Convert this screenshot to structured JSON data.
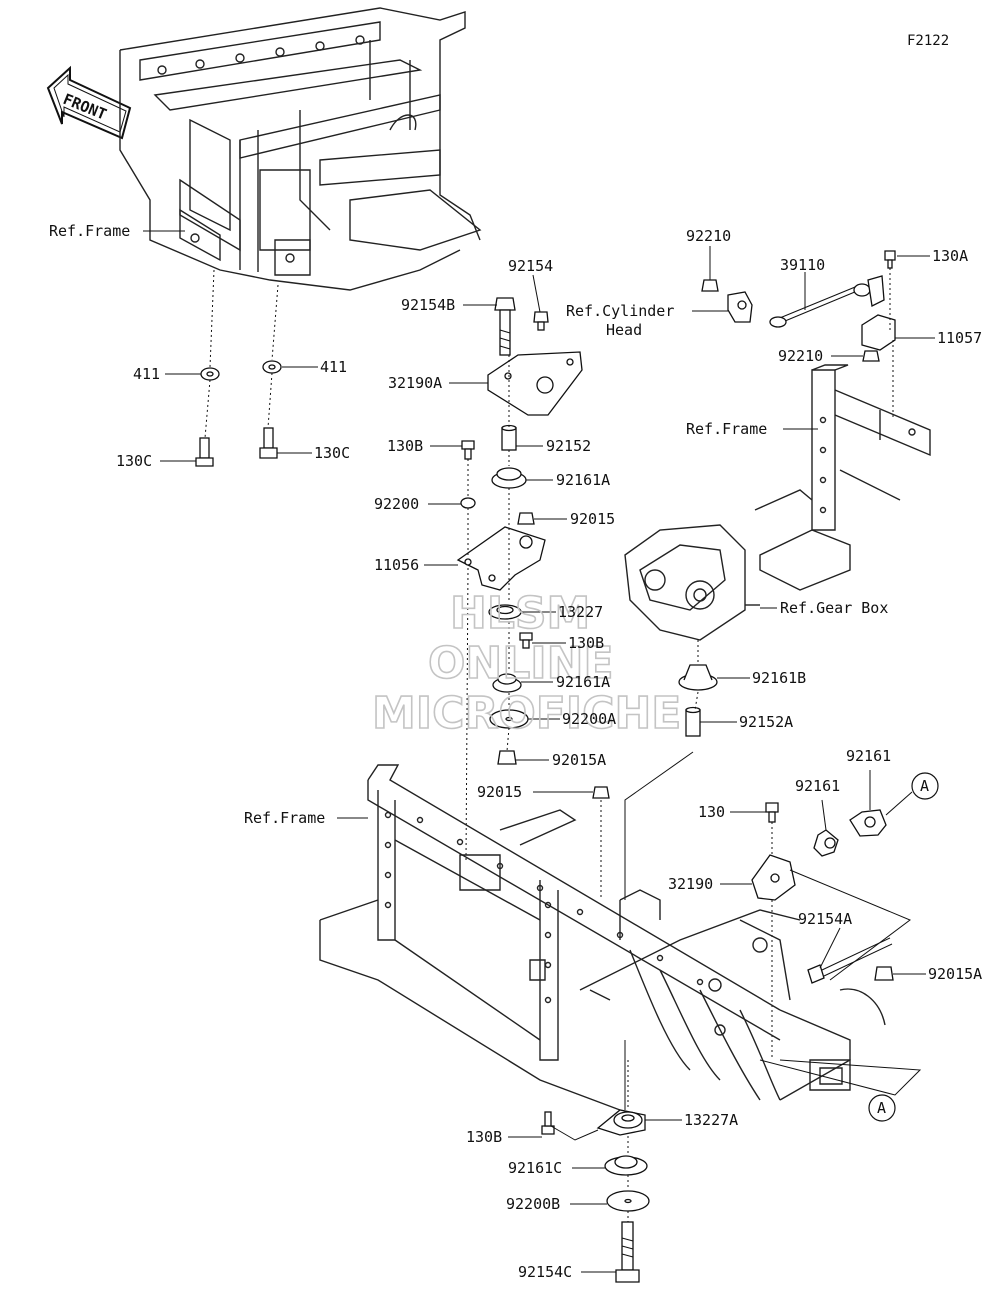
{
  "figure_code": "F2122",
  "front_label": "FRONT",
  "labels": [
    {
      "id": "ref-frame-tl",
      "text": "Ref.Frame"
    },
    {
      "id": "411-left",
      "text": "411"
    },
    {
      "id": "411-right",
      "text": "411"
    },
    {
      "id": "130c-left",
      "text": "130C"
    },
    {
      "id": "130c-right",
      "text": "130C"
    },
    {
      "id": "92154",
      "text": "92154"
    },
    {
      "id": "92154b",
      "text": "92154B"
    },
    {
      "id": "32190a",
      "text": "32190A"
    },
    {
      "id": "130b-top",
      "text": "130B"
    },
    {
      "id": "92152",
      "text": "92152"
    },
    {
      "id": "92161a-top",
      "text": "92161A"
    },
    {
      "id": "92200",
      "text": "92200"
    },
    {
      "id": "92015",
      "text": "92015"
    },
    {
      "id": "11056",
      "text": "11056"
    },
    {
      "id": "13227",
      "text": "13227"
    },
    {
      "id": "130b-mid",
      "text": "130B"
    },
    {
      "id": "92161a-mid",
      "text": "92161A"
    },
    {
      "id": "92200a",
      "text": "92200A"
    },
    {
      "id": "92015a-mid",
      "text": "92015A"
    },
    {
      "id": "92015-low",
      "text": "92015"
    },
    {
      "id": "ref-frame-bottom",
      "text": "Ref.Frame"
    },
    {
      "id": "92210-top",
      "text": "92210"
    },
    {
      "id": "39110",
      "text": "39110"
    },
    {
      "id": "130a",
      "text": "130A"
    },
    {
      "id": "ref-cylinder-head-1",
      "text": "Ref.Cylinder"
    },
    {
      "id": "ref-cylinder-head-2",
      "text": "Head"
    },
    {
      "id": "92210-low",
      "text": "92210"
    },
    {
      "id": "11057",
      "text": "11057"
    },
    {
      "id": "ref-frame-right",
      "text": "Ref.Frame"
    },
    {
      "id": "ref-gear-box",
      "text": "Ref.Gear Box"
    },
    {
      "id": "92161b",
      "text": "92161B"
    },
    {
      "id": "92152a",
      "text": "92152A"
    },
    {
      "id": "92161-top",
      "text": "92161"
    },
    {
      "id": "92161-low",
      "text": "92161"
    },
    {
      "id": "130",
      "text": "130"
    },
    {
      "id": "32190",
      "text": "32190"
    },
    {
      "id": "92154a",
      "text": "92154A"
    },
    {
      "id": "92015a-right",
      "text": "92015A"
    },
    {
      "id": "130b-bottom",
      "text": "130B"
    },
    {
      "id": "13227a",
      "text": "13227A"
    },
    {
      "id": "92161c",
      "text": "92161C"
    },
    {
      "id": "92200b",
      "text": "92200B"
    },
    {
      "id": "92154c",
      "text": "92154C"
    }
  ],
  "callouts": [
    {
      "id": "callout-a-top",
      "text": "A"
    },
    {
      "id": "callout-a-bottom",
      "text": "A"
    }
  ],
  "watermark": {
    "line1": "HLSM",
    "line2": "ONLINE",
    "line3": "MICROFICHE"
  }
}
